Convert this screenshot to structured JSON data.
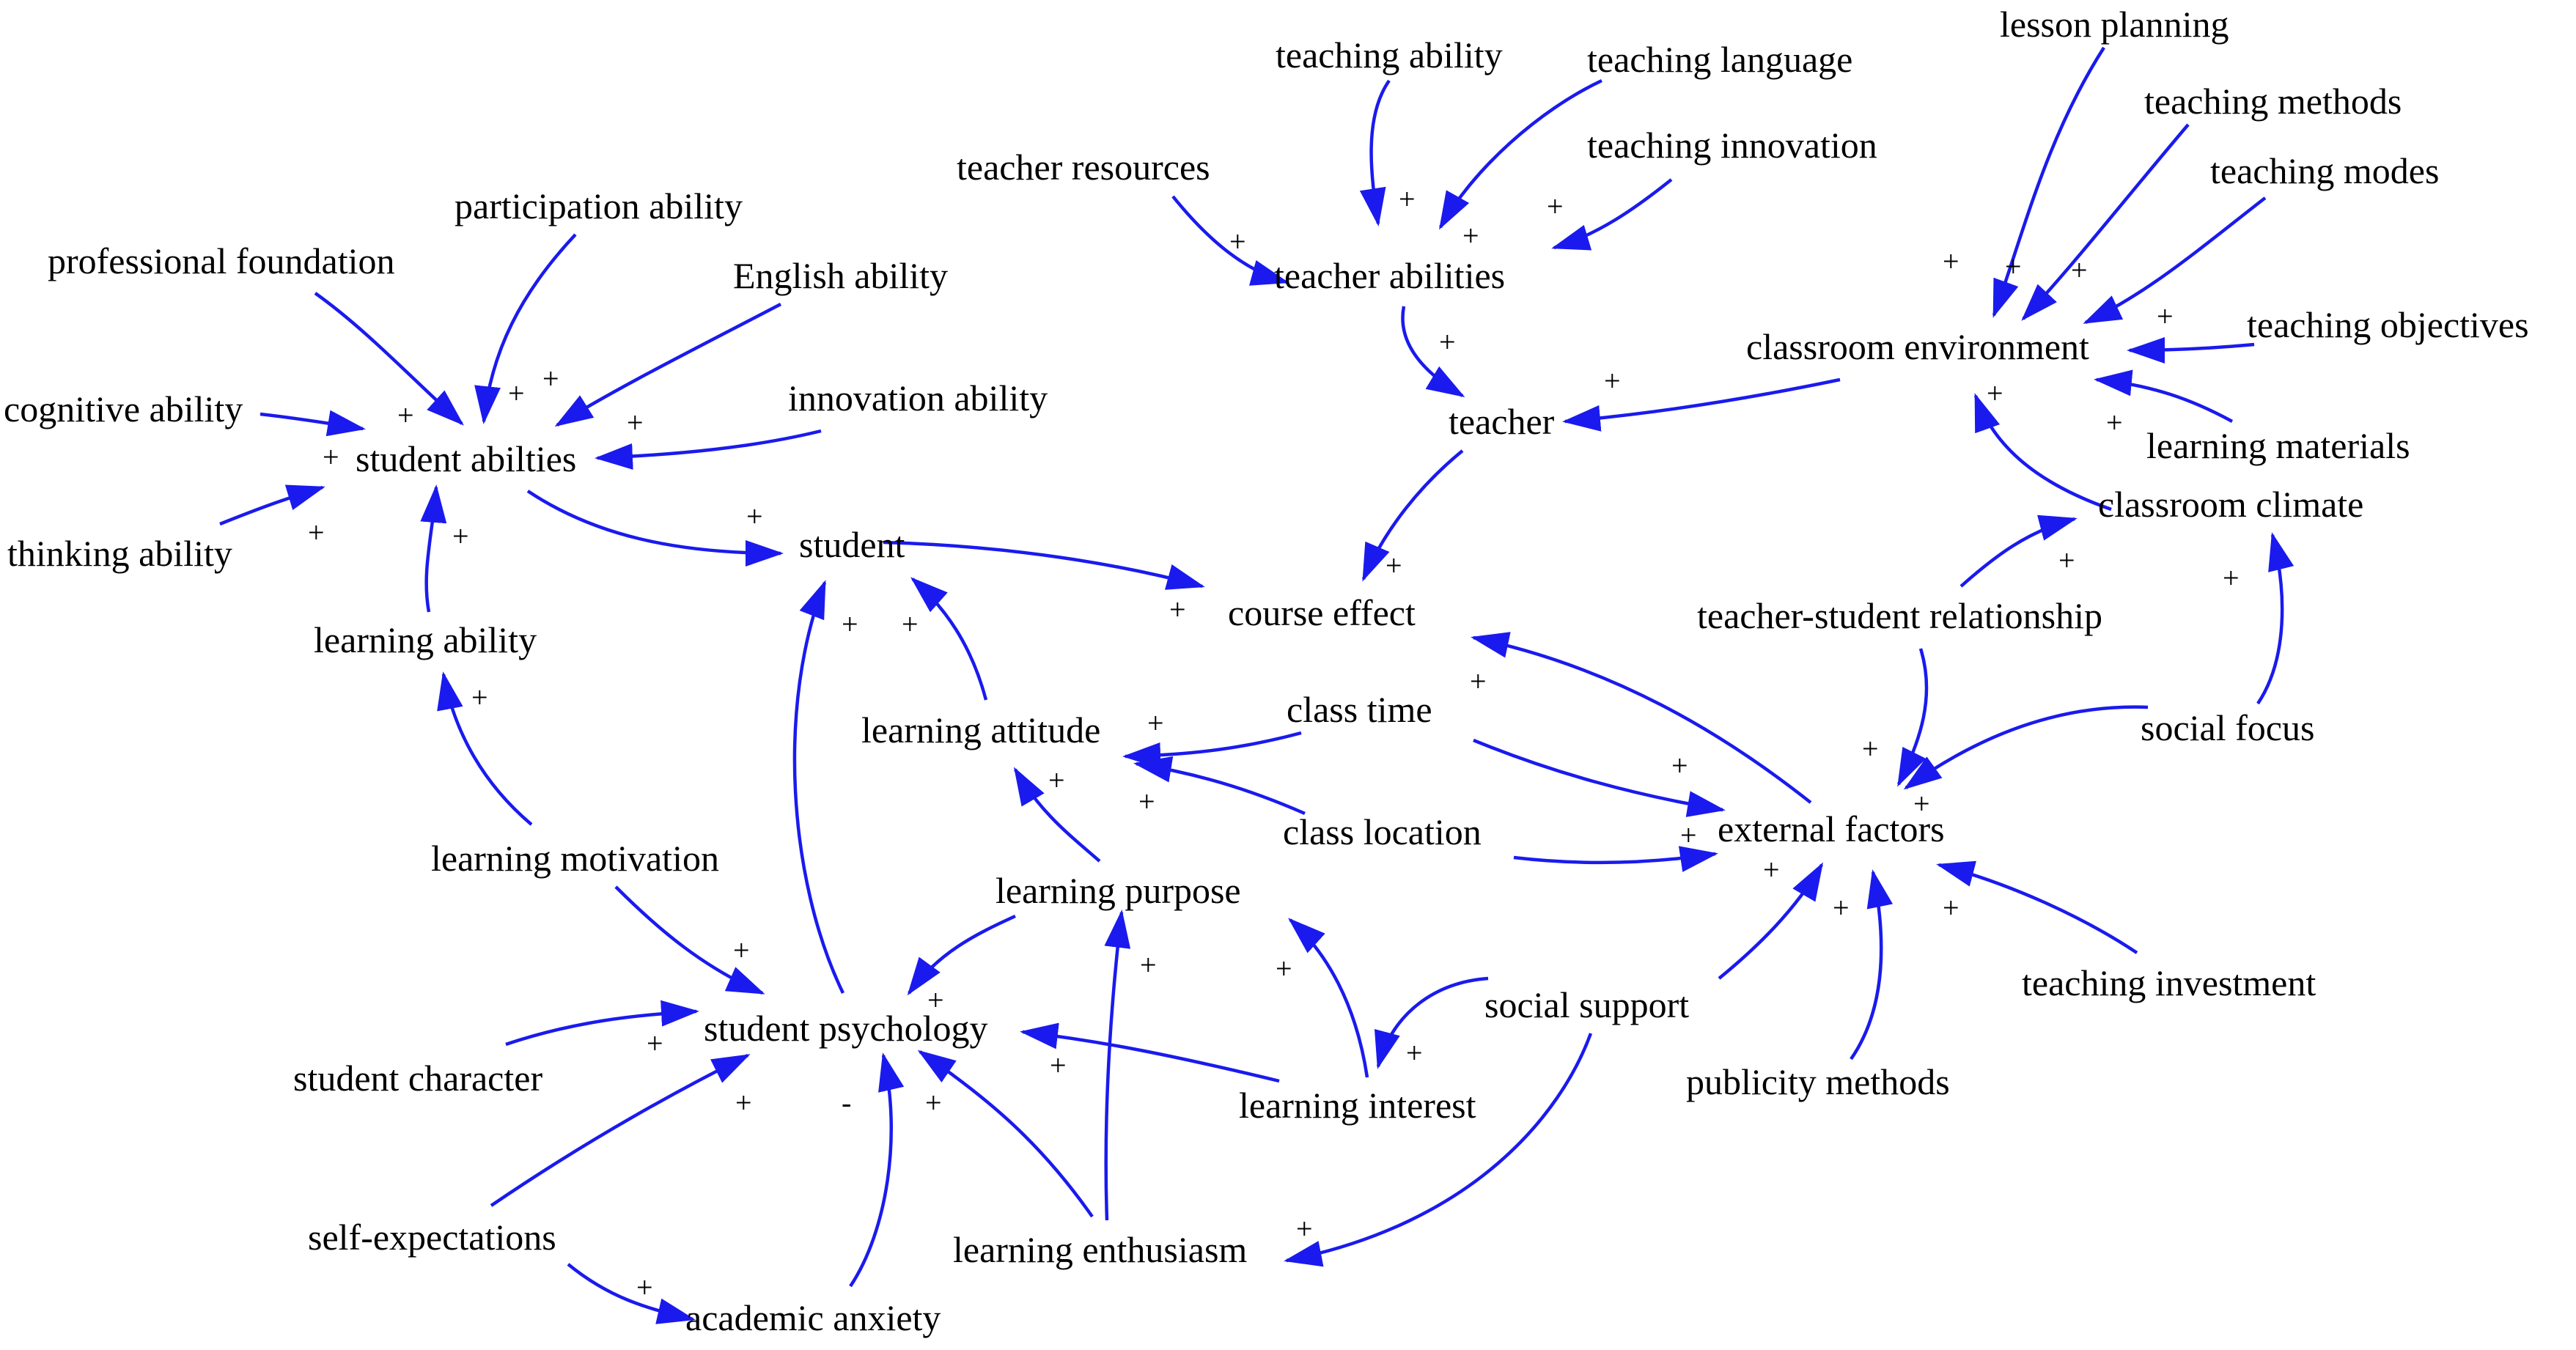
{
  "colors": {
    "arrow": "#1a1aee",
    "text": "#000000",
    "background": "#ffffff"
  },
  "nodes": {
    "teaching_ability": "teaching ability",
    "teaching_language": "teaching language",
    "teaching_innovation": "teaching innovation",
    "teacher_resources": "teacher resources",
    "teacher_abilities": "teacher abilities",
    "teacher": "teacher",
    "lesson_planning": "lesson planning",
    "teaching_methods": "teaching methods",
    "teaching_modes": "teaching modes",
    "classroom_environment": "classroom environment",
    "teaching_objectives": "teaching objectives",
    "learning_materials": "learning materials",
    "classroom_climate": "classroom climate",
    "participation_ability": "participation ability",
    "professional_foundation": "professional foundation",
    "english_ability": "English ability",
    "cognitive_ability": "cognitive ability",
    "innovation_ability": "innovation ability",
    "student_abilities": "student abilties",
    "thinking_ability": "thinking ability",
    "student": "student",
    "course_effect": "course effect",
    "learning_ability": "learning ability",
    "learning_attitude": "learning attitude",
    "class_time": "class time",
    "teacher_student_relationship": "teacher-student relationship",
    "social_focus": "social focus",
    "class_location": "class location",
    "external_factors": "external factors",
    "learning_motivation": "learning motivation",
    "learning_purpose": "learning purpose",
    "teaching_investment": "teaching investment",
    "social_support": "social support",
    "student_psychology": "student psychology",
    "student_character": "student character",
    "learning_interest": "learning interest",
    "publicity_methods": "publicity methods",
    "self_expectations": "self-expectations",
    "learning_enthusiasm": "learning enthusiasm",
    "academic_anxiety": "academic anxiety"
  },
  "polarity": {
    "positive": "+",
    "negative": "-"
  }
}
